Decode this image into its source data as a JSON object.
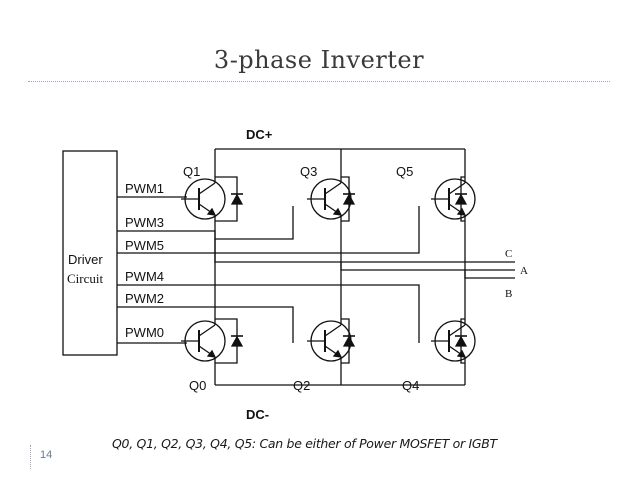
{
  "slide": {
    "title": "3-phase Inverter",
    "number": "14",
    "caption": "Q0, Q1, Q2, Q3, Q4, Q5: Can be either of Power MOSFET or IGBT"
  },
  "diagram": {
    "rails": {
      "top": "DC+",
      "bottom": "DC-"
    },
    "driver": {
      "line1": "Driver",
      "line2": "Circuit"
    },
    "pwm": [
      "PWM1",
      "PWM3",
      "PWM5",
      "PWM4",
      "PWM2",
      "PWM0"
    ],
    "switches_top": [
      "Q1",
      "Q3",
      "Q5"
    ],
    "switches_bottom": [
      "Q0",
      "Q2",
      "Q4"
    ],
    "phases": [
      "C",
      "A",
      "B"
    ]
  }
}
